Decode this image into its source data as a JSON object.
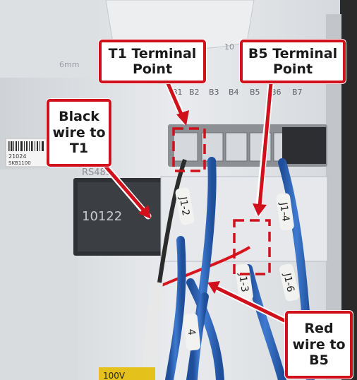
{
  "callouts": {
    "t1_terminal": "T1 Terminal\nPoint",
    "b5_terminal": "B5 Terminal\nPoint",
    "black_wire": "Black\nwire to\nT1",
    "red_wire": "Red\nwire to\nB5"
  },
  "photo": {
    "terminal_labels": [
      "B1",
      "B2",
      "B3",
      "B4",
      "B5",
      "B6",
      "B7"
    ],
    "housing_text": {
      "top_left": "6mm",
      "barcode_line1": "21024",
      "barcode_line2": "SKB1100",
      "rs485": "RS485",
      "module_number": "10122",
      "top_right": "10",
      "bottom_left": "100V"
    },
    "wire_tags": [
      "J1-2",
      "J1-4",
      "J1-3",
      "J1-6",
      "4"
    ]
  },
  "colors": {
    "callout_border": "#d0101a",
    "highlight_box": "#d0101a",
    "arrow": "#d0101a",
    "blue_wire": "#2f66b8",
    "red_wire": "#d8141c",
    "black_wire": "#2b2b2b"
  }
}
